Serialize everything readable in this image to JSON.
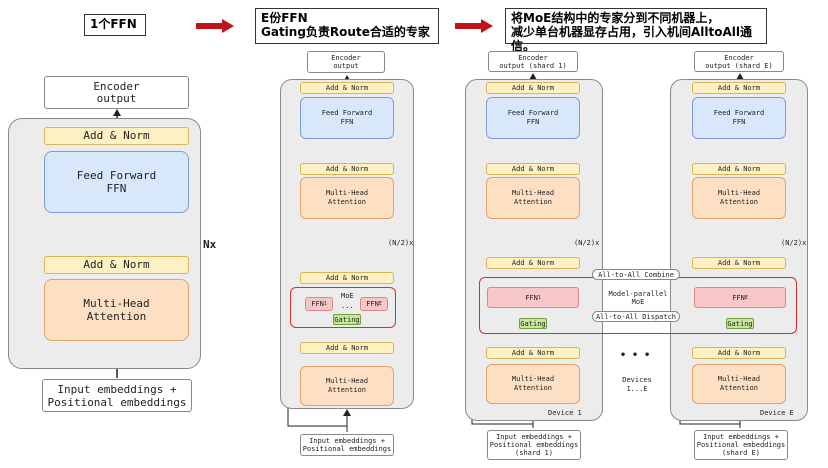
{
  "captions": {
    "c1": "1个FFN",
    "c2_line1": "E份FFN",
    "c2_line2": "Gating负责Route合适的专家",
    "c3_line1": "将MoE结构中的专家分到不同机器上，",
    "c3_line2": "减少单台机器显存占用，引入机间AlltoAll通信。"
  },
  "panel1": {
    "output": "Encoder\noutput",
    "add_norm": "Add & Norm",
    "ffn": "Feed Forward\nFFN",
    "attention": "Multi-Head\nAttention",
    "repeat": "Nx",
    "input": "Input embeddings +\nPositional embeddings"
  },
  "panel2": {
    "output": "Encoder\noutput",
    "add_norm": "Add & Norm",
    "ffn": "Feed Forward\nFFN",
    "attention": "Multi-Head\nAttention",
    "repeat": "(N/2)x",
    "moe": "MoE",
    "ffn1": "FFN",
    "ffn1_sub": "1",
    "ffnE": "FFN",
    "ffnE_sub": "E",
    "dots": "...",
    "gating": "Gating",
    "input": "Input embeddings +\nPositional embeddings"
  },
  "panel3": {
    "output1": "Encoder\noutput (shard 1)",
    "outputE": "Encoder\noutput (shard E)",
    "add_norm": "Add & Norm",
    "ffn": "Feed Forward\nFFN",
    "attention": "Multi-Head\nAttention",
    "repeat": "(N/2)x",
    "ffn1": "FFN",
    "ffn1_sub": "1",
    "ffnE": "FFN",
    "ffnE_sub": "E",
    "gating": "Gating",
    "combine": "All-to-All Combine",
    "dispatch": "All-to-All Dispatch",
    "model_parallel": "Model-parallel\nMoE",
    "device1": "Device 1",
    "deviceE": "Device E",
    "devices": "Devices\n1...E",
    "ellipsis": "• • •",
    "input1": "Input embeddings +\nPositional embeddings\n(shard 1)",
    "inputE": "Input embeddings +\nPositional embeddings\n(shard E)"
  },
  "colors": {
    "norm_fill": "#fdf0c2",
    "ffn_fill": "#d9e7fb",
    "attn_fill": "#fde0c4",
    "moe_border": "#d9302c",
    "gating_fill": "#c8e6a0",
    "expert_fill": "#f7c6c6",
    "arrow_red": "#c0141b"
  }
}
